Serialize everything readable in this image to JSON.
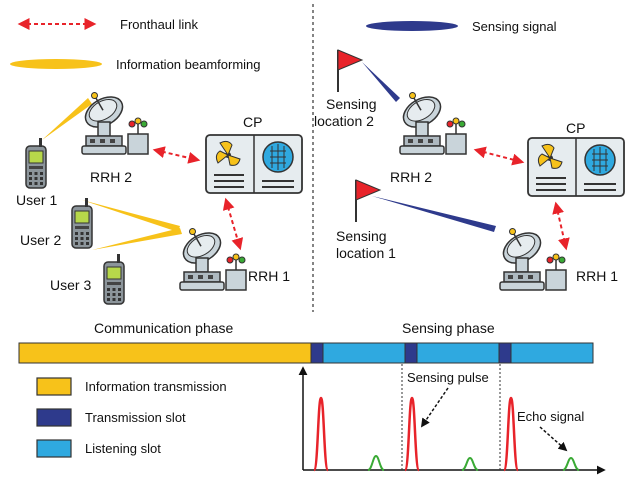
{
  "colors": {
    "fronthaul": "#e8232a",
    "beam": "#f7c21a",
    "sensing": "#2e3a8c",
    "info_tx": "#f7c21a",
    "tx_slot": "#2e3a8c",
    "listen_slot": "#2fa9e0",
    "pulse": "#e8232a",
    "echo": "#3aaa35",
    "flag": "#e8232a"
  },
  "left_panel": {
    "legend_fronthaul": "Fronthaul link",
    "legend_beam": "Information beamforming",
    "cp": "CP",
    "rrh2": "RRH 2",
    "rrh1": "RRH 1",
    "user1": "User 1",
    "user2": "User 2",
    "user3": "User 3"
  },
  "right_panel": {
    "legend_sensing": "Sensing signal",
    "cp": "CP",
    "rrh2": "RRH 2",
    "rrh1": "RRH 1",
    "loc2_line1": "Sensing",
    "loc2_line2": "location 2",
    "loc1_line1": "Sensing",
    "loc1_line2": "location 1"
  },
  "timeline": {
    "comm_phase": "Communication phase",
    "sense_phase": "Sensing phase",
    "slots": [
      "info_tx",
      "tx_slot",
      "listen_slot",
      "tx_slot",
      "listen_slot",
      "tx_slot",
      "listen_slot"
    ]
  },
  "bottom_legend": {
    "info_tx": "Information transmission",
    "tx_slot": "Transmission slot",
    "listen_slot": "Listening slot"
  },
  "pulse_plot": {
    "sensing_pulse": "Sensing pulse",
    "echo_signal": "Echo signal"
  }
}
